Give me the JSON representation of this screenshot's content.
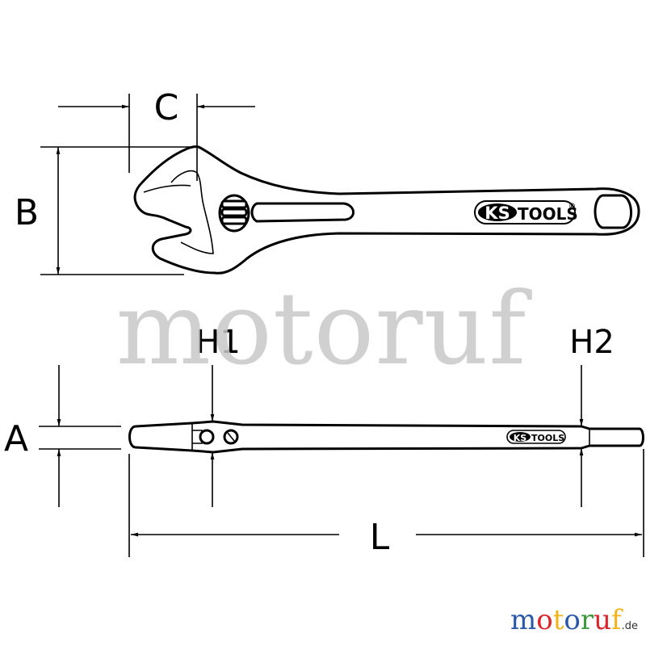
{
  "labels": {
    "C": "C",
    "B": "B",
    "H1": "H1",
    "H2": "H2",
    "A": "A",
    "L": "L"
  },
  "brand": {
    "ks": "KS",
    "tools": "TOOLS",
    "registered": "®"
  },
  "watermark": {
    "text": "motoruf"
  },
  "footer": {
    "letters": [
      "m",
      "o",
      "t",
      "o",
      "r",
      "u",
      "f"
    ],
    "letter_colors": [
      "#2a58a6",
      "#d9262b",
      "#f0b51c",
      "#2a58a6",
      "#3c9a3c",
      "#d9262b",
      "#f0b51c"
    ],
    "suffix": ".de"
  }
}
